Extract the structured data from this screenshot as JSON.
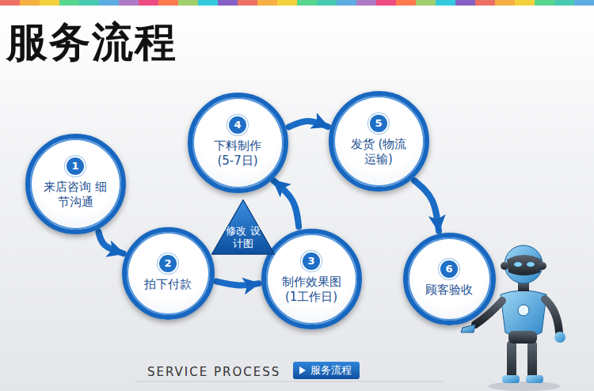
{
  "diagram": {
    "title": "服务流程",
    "nodes": [
      {
        "text": [
          "1",
          "来店咨询 细节沟通"
        ]
      },
      {
        "text": [
          "2",
          "拍下付款"
        ]
      },
      {
        "text": [
          "3",
          "制作效果图 (1工作日)"
        ]
      },
      {
        "text": [
          "4",
          "下料制作 (5-7日)"
        ]
      },
      {
        "text": [
          "5",
          "发货 (物流运输)"
        ]
      },
      {
        "text": [
          "6",
          "顾客验收"
        ]
      },
      {
        "text": [
          "修改 设计图"
        ]
      },
      {
        "text": [
          "服务流程"
        ]
      }
    ],
    "edges": [
      {
        "from": 0,
        "to": 1,
        "arrow": "to"
      },
      {
        "from": 1,
        "to": 2,
        "arrow": "to"
      },
      {
        "from": 2,
        "to": 3,
        "arrow": "to"
      },
      {
        "from": 3,
        "to": 4,
        "arrow": "to"
      },
      {
        "from": 4,
        "to": 5,
        "arrow": "to"
      }
    ],
    "labels": [
      "SERVICE PROCESS"
    ]
  }
}
